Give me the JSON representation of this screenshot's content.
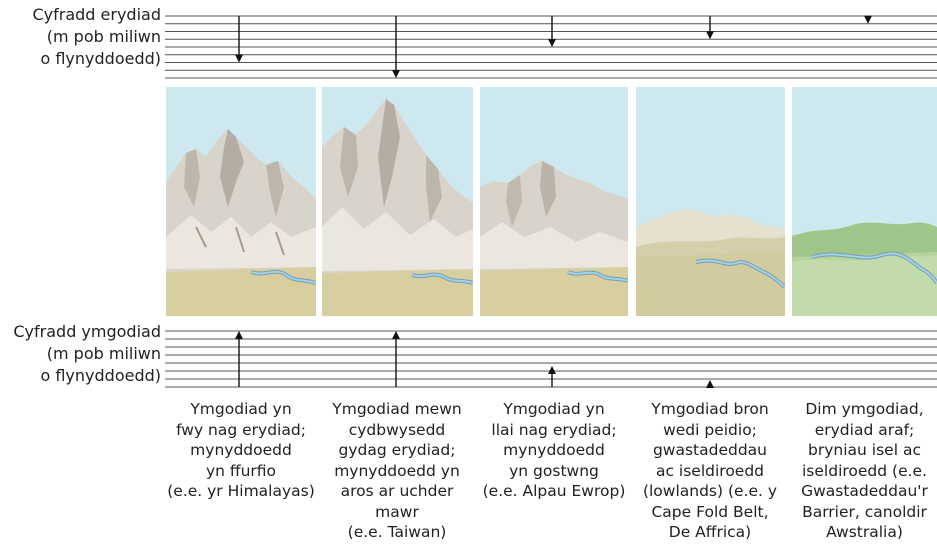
{
  "erosion_label": [
    "Cyfradd erydiad",
    "(m pob miliwn",
    "o flynyddoedd)"
  ],
  "uplift_label": [
    "Cyfradd ymgodiad",
    "(m pob miliwn",
    "o flynyddoedd)"
  ],
  "stages": [
    {
      "id": "stage-1",
      "erosion_rate": 3,
      "uplift_rate": 4,
      "caption": [
        "Ymgodiad yn",
        "fwy nag erydiad;",
        "mynyddoedd",
        "yn ffurfio",
        "(e.e. yr Himalayas)"
      ]
    },
    {
      "id": "stage-2",
      "erosion_rate": 4,
      "uplift_rate": 4,
      "caption": [
        "Ymgodiad mewn",
        "cydbwysedd",
        "gydag erydiad;",
        "mynyddoedd yn",
        "aros ar uchder",
        "mawr",
        "(e.e. Taiwan)"
      ]
    },
    {
      "id": "stage-3",
      "erosion_rate": 2,
      "uplift_rate": 1.5,
      "caption": [
        "Ymgodiad yn",
        "llai nag erydiad;",
        "mynyddoedd",
        "yn gostwng",
        "(e.e. Alpau Ewrop)"
      ]
    },
    {
      "id": "stage-4",
      "erosion_rate": 1.5,
      "uplift_rate": 0.5,
      "caption": [
        "Ymgodiad bron",
        "wedi peidio;",
        "gwastadeddau",
        "ac iseldiroedd",
        "(lowlands) (e.e. y",
        "Cape Fold Belt,",
        "De Affrica)"
      ]
    },
    {
      "id": "stage-5",
      "erosion_rate": 0.5,
      "uplift_rate": 0,
      "caption": [
        "Dim ymgodiad,",
        "erydiad araf;",
        "bryniau isel ac",
        "iseldiroedd (e.e.",
        "Gwastadeddau'r",
        "Barrier, canoldir",
        "Awstralia)"
      ]
    }
  ],
  "colors": {
    "sky": "#cde8ee",
    "mountain": "#d9d4cb",
    "mountain_shadow": "#a59d92",
    "ground": "#d8cfa0",
    "grass": "#9fc689",
    "river": "#9fd3e6",
    "line": "#555555"
  }
}
